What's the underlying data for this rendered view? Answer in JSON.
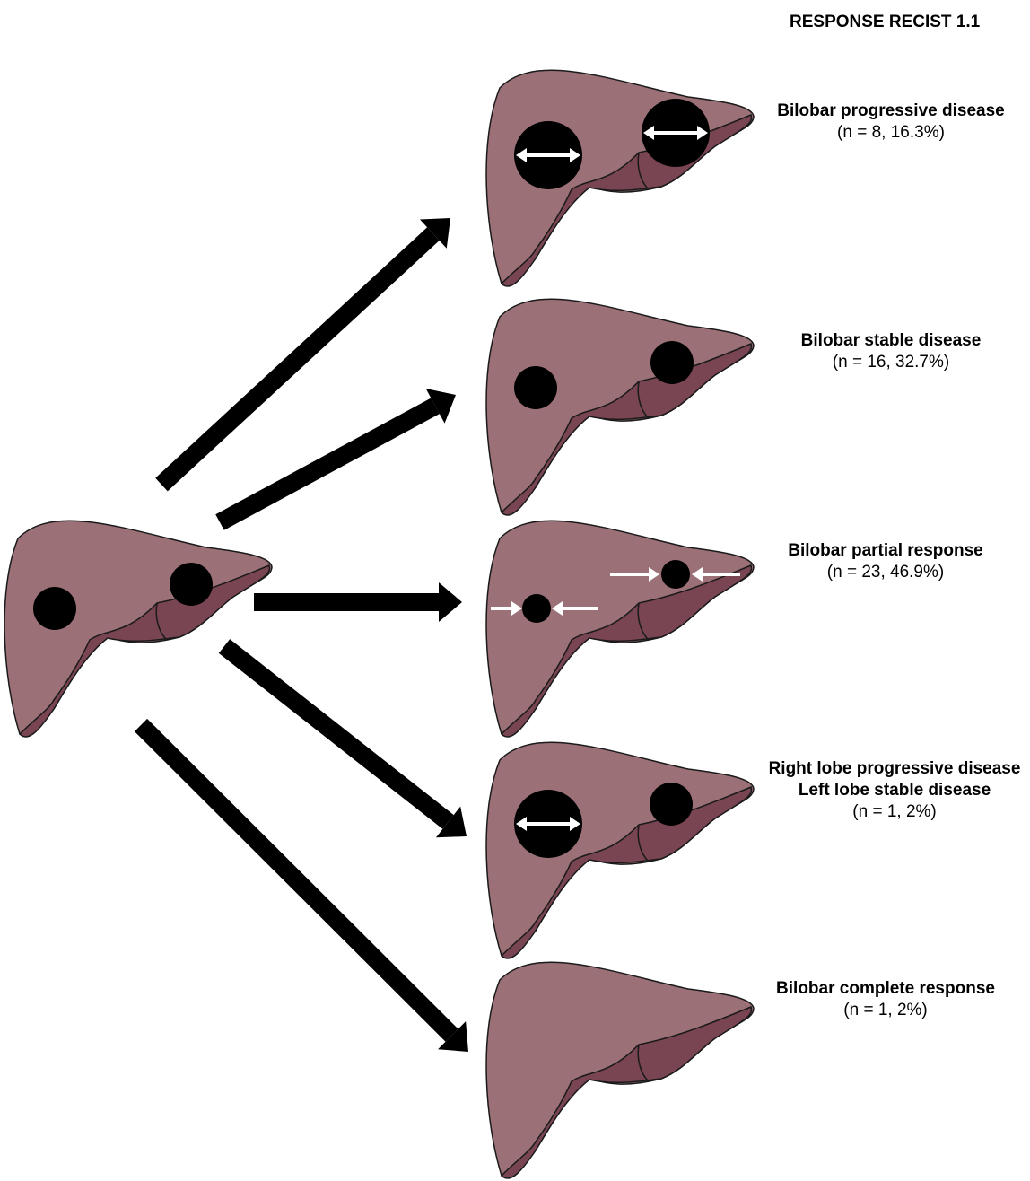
{
  "title": "RESPONSE RECIST 1.1",
  "colors": {
    "liver_light": "#9b7077",
    "liver_dark": "#7a4552",
    "lesion": "#000000",
    "arrow": "#000000",
    "size_change_arrow": "#ffffff"
  },
  "baseline": {
    "lesions": [
      "right-lobe",
      "left-lobe"
    ]
  },
  "outcomes": [
    {
      "lines": [
        "Bilobar progressive disease"
      ],
      "stats": "(n = 8, 16.3%)",
      "lesions": "enlarged-both"
    },
    {
      "lines": [
        "Bilobar stable disease"
      ],
      "stats": "(n = 16, 32.7%)",
      "lesions": "unchanged-both"
    },
    {
      "lines": [
        "Bilobar partial response"
      ],
      "stats": "(n = 23, 46.9%)",
      "lesions": "shrunk-both"
    },
    {
      "lines": [
        "Right lobe progressive disease",
        "Left lobe stable disease"
      ],
      "stats": "(n = 1, 2%)",
      "lesions": "right-enlarged-left-unchanged"
    },
    {
      "lines": [
        "Bilobar complete response"
      ],
      "stats": "(n = 1, 2%)",
      "lesions": "none"
    }
  ]
}
